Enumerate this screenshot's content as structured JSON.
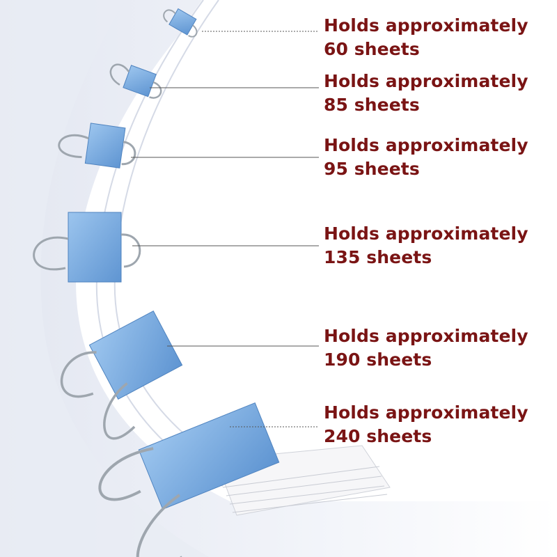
{
  "colors": {
    "label_text": "#7a1414",
    "clip_blue": "#7fb1e3",
    "clip_blue_dark": "#5a8fcc",
    "wire_silver": "#9ea6ae",
    "paper_shadow": "#e6e9f2",
    "leader_line": "#555555"
  },
  "callouts": [
    {
      "line1": "Holds approximately",
      "line2": "60 sheets"
    },
    {
      "line1": "Holds approximately",
      "line2": "85 sheets"
    },
    {
      "line1": "Holds approximately",
      "line2": "95 sheets"
    },
    {
      "line1": "Holds approximately",
      "line2": "135 sheets"
    },
    {
      "line1": "Holds approximately",
      "line2": "190 sheets"
    },
    {
      "line1": "Holds approximately",
      "line2": "240 sheets"
    }
  ],
  "icons": [
    "binder-clip-icon"
  ]
}
